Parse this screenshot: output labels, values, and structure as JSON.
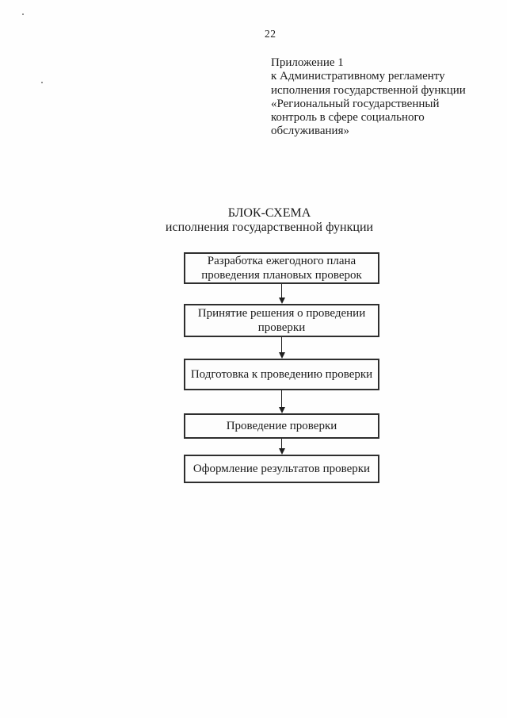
{
  "page": {
    "number": "22"
  },
  "appendix": {
    "lines": [
      "Приложение 1",
      "к Административному регламенту",
      "исполнения государственной функции",
      "«Региональный государственный",
      "контроль в сфере социального",
      "обслуживания»"
    ]
  },
  "title": {
    "line1": "БЛОК-СХЕМА",
    "line2": "исполнения государственной функции"
  },
  "flowchart": {
    "boxes": [
      {
        "lines": [
          "Разработка ежегодного плана",
          "проведения плановых проверок"
        ]
      },
      {
        "lines": [
          "Принятие решения о проведении",
          "проверки"
        ]
      },
      {
        "lines": [
          "Подготовка к проведению проверки"
        ]
      },
      {
        "lines": [
          "Проведение проверки"
        ]
      },
      {
        "lines": [
          "Оформление результатов проверки"
        ]
      }
    ]
  },
  "colors": {
    "ink": "#1b1b1b",
    "border": "#2e2e2e",
    "paper": "#fefefe"
  }
}
